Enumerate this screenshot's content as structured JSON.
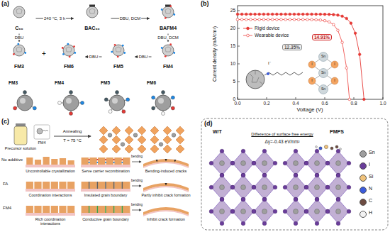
{
  "diagram": {
    "nodes": [
      {
        "text": [
          "C₆₀"
        ]
      },
      {
        "text": [
          "BAC₆₀"
        ]
      },
      {
        "text": [
          "BAFM4"
        ]
      },
      {
        "text": [
          "FM3"
        ]
      },
      {
        "text": [
          "FM6"
        ]
      },
      {
        "text": [
          "FM5"
        ]
      },
      {
        "text": [
          "FM4"
        ]
      }
    ],
    "edges": [
      {
        "from": 0,
        "to": 1,
        "arrow": "to",
        "label": "240 °C, 3 h"
      },
      {
        "from": 1,
        "to": 2,
        "arrow": "to",
        "label": "DBU, DCM"
      },
      {
        "from": 2,
        "to": 6,
        "arrow": "to",
        "label": "DBU, DCM"
      },
      {
        "from": 6,
        "to": 5,
        "arrow": "to",
        "label": "DBU"
      },
      {
        "from": 5,
        "to": 4,
        "arrow": "to",
        "label": "DBU"
      },
      {
        "from": 0,
        "to": 3,
        "arrow": "to",
        "label": "DBU"
      }
    ],
    "labels": [
      "(a)",
      "+",
      "FM3",
      "FM4",
      "FM5",
      "FM6",
      "(b)",
      "Current density (mA/cm²)",
      "Voltage (V)",
      "0",
      "5",
      "10",
      "15",
      "20",
      "25",
      "0.0",
      "0.2",
      "0.4",
      "0.6",
      "0.8",
      "1.0",
      "14.91%",
      "12.35%",
      "I⁻",
      "Sn",
      "Sn",
      "Sn",
      "I",
      "I",
      "I",
      "I",
      "(c)",
      "Precursor solution",
      "FM4",
      "Annealing",
      "T = 75 °C",
      "No additive",
      "Uncontrollable crystallization",
      "Serve carrier recombination",
      "Bending-induced cracks",
      "FA",
      "Coordination interactions",
      "Insulated grain boundary",
      "Partly inhibit crack formation",
      "FM4",
      "Rich coordination interactions",
      "Conductive grain boundary",
      "Inhibit crack formation",
      "bending",
      "bending",
      "bending",
      "(d)",
      "W/T",
      "PMPS",
      "Difference of surface free energy",
      "Δγ=-0.43 eV/nm²"
    ],
    "legend": [
      {
        "text": "Rigid device"
      },
      {
        "text": "Wearable device"
      },
      {
        "text": "Sn",
        "color": "#9e9e9e"
      },
      {
        "text": "I",
        "color": "#6a3d9a"
      },
      {
        "text": "Si",
        "color": "#f0c27a"
      },
      {
        "text": "N",
        "color": "#3b5bdb"
      },
      {
        "text": "C",
        "color": "#6d4c41"
      },
      {
        "text": "H",
        "color": "#f2f2f2"
      }
    ]
  }
}
